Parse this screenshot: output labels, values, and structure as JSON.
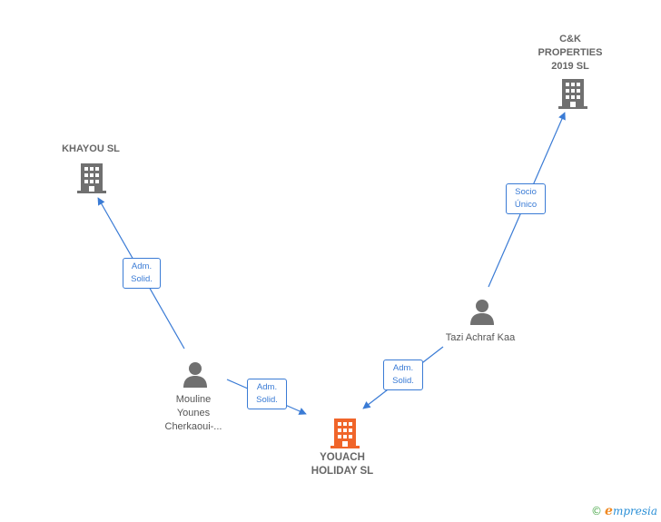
{
  "nodes": {
    "khayou": {
      "name": "KHAYOU  SL",
      "kind": "company"
    },
    "ck": {
      "name_lines": [
        "C&K",
        "PROPERTIES",
        "2019  SL"
      ],
      "kind": "company"
    },
    "youach": {
      "name_lines": [
        "YOUACH",
        "HOLIDAY  SL"
      ],
      "kind": "focus-company"
    },
    "mouline": {
      "name_lines": [
        "Mouline",
        "Younes",
        "Cherkaoui-..."
      ],
      "kind": "person"
    },
    "tazi": {
      "name": "Tazi Achraf Kaa",
      "kind": "person"
    }
  },
  "edges": [
    {
      "from": "mouline",
      "to": "khayou",
      "label_lines": [
        "Adm.",
        "Solid."
      ]
    },
    {
      "from": "mouline",
      "to": "youach",
      "label_lines": [
        "Adm.",
        "Solid."
      ]
    },
    {
      "from": "tazi",
      "to": "youach",
      "label_lines": [
        "Adm.",
        "Solid."
      ]
    },
    {
      "from": "tazi",
      "to": "ck",
      "label_lines": [
        "Socio",
        "Único"
      ]
    }
  ],
  "colors": {
    "edge": "#3a7bd5",
    "company_icon": "#707070",
    "focus_icon": "#f0652a",
    "person_icon": "#707070"
  },
  "branding": {
    "text": "mpresia",
    "initial": "e",
    "symbol": "©"
  }
}
